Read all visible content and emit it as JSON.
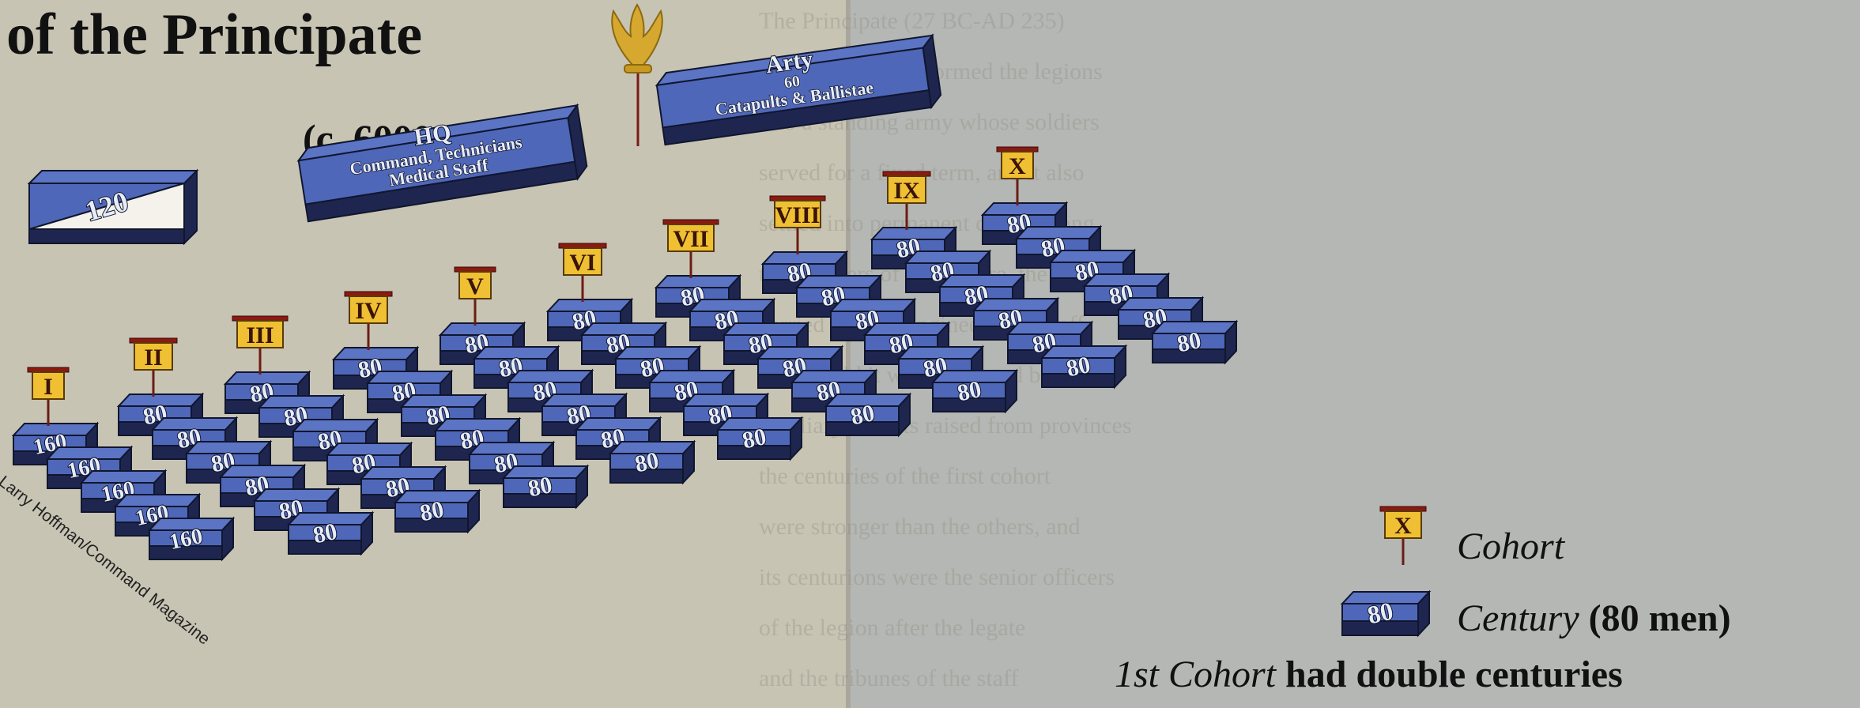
{
  "title": "of the Principate",
  "subtitle": "(c. 6000 men)",
  "credit": "Larry Hoffman/Command Magazine",
  "colors": {
    "block_top": "#4f67b8",
    "block_side": "#1e2650",
    "block_edge": "#10162e",
    "flag": "#efc033",
    "flag_bar": "#8a1a12",
    "background": "#c6c2b2",
    "eagle": "#d6a830"
  },
  "hq": {
    "title": "HQ",
    "line1": "Command, Technicians",
    "line2": "Medical Staff"
  },
  "arty": {
    "title": "Arty",
    "line1": "60",
    "line2": "Catapults & Ballistae"
  },
  "cavalry": {
    "label": "120"
  },
  "cohorts": [
    {
      "label": "I",
      "centuries": [
        "160",
        "160",
        "160",
        "160",
        "160"
      ]
    },
    {
      "label": "II",
      "centuries": [
        "80",
        "80",
        "80",
        "80",
        "80",
        "80"
      ]
    },
    {
      "label": "III",
      "centuries": [
        "80",
        "80",
        "80",
        "80",
        "80",
        "80"
      ]
    },
    {
      "label": "IV",
      "centuries": [
        "80",
        "80",
        "80",
        "80",
        "80",
        "80"
      ]
    },
    {
      "label": "V",
      "centuries": [
        "80",
        "80",
        "80",
        "80",
        "80",
        "80"
      ]
    },
    {
      "label": "VI",
      "centuries": [
        "80",
        "80",
        "80",
        "80",
        "80",
        "80"
      ]
    },
    {
      "label": "VII",
      "centuries": [
        "80",
        "80",
        "80",
        "80",
        "80",
        "80"
      ]
    },
    {
      "label": "VIII",
      "centuries": [
        "80",
        "80",
        "80",
        "80",
        "80",
        "80"
      ]
    },
    {
      "label": "IX",
      "centuries": [
        "80",
        "80",
        "80",
        "80",
        "80",
        "80"
      ]
    },
    {
      "label": "X",
      "centuries": [
        "80",
        "80",
        "80",
        "80",
        "80",
        "80"
      ]
    }
  ],
  "legend": {
    "flag_label": "X",
    "flag_text": "Cohort",
    "block_label": "80",
    "block_text_italic": "Century",
    "block_text_rest": "(80 men)",
    "note_italic": "1st Cohort",
    "note_rest": "had double centuries"
  },
  "background_text": [
    "The Principate (27 BC-AD 235)",
    "the emperor transformed the legions",
    "into a standing army whose soldiers",
    "served for a fixed term, and it also",
    "settled into permanent camps along",
    "the frontiers of the empire, the legion",
    "carried its own engineers and staff",
    "in the field it was supported by",
    "auxiliary cohorts raised from provinces",
    "the centuries of the first cohort",
    "were stronger than the others, and",
    "its centurions were the senior officers",
    "of the legion after the legate",
    "and the tribunes of the staff"
  ]
}
